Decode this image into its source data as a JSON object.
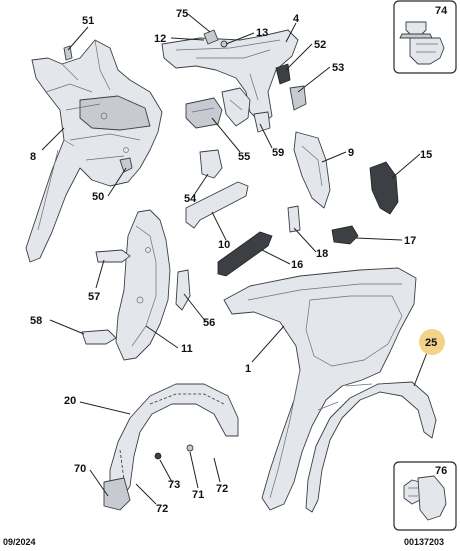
{
  "diagram": {
    "callouts": [
      {
        "id": "c51",
        "label": "51"
      },
      {
        "id": "c75",
        "label": "75"
      },
      {
        "id": "c12",
        "label": "12"
      },
      {
        "id": "c13",
        "label": "13"
      },
      {
        "id": "c4",
        "label": "4"
      },
      {
        "id": "c52",
        "label": "52"
      },
      {
        "id": "c53",
        "label": "53"
      },
      {
        "id": "c74",
        "label": "74"
      },
      {
        "id": "c8",
        "label": "8"
      },
      {
        "id": "c55",
        "label": "55"
      },
      {
        "id": "c59",
        "label": "59"
      },
      {
        "id": "c9",
        "label": "9"
      },
      {
        "id": "c15",
        "label": "15"
      },
      {
        "id": "c50",
        "label": "50"
      },
      {
        "id": "c54",
        "label": "54"
      },
      {
        "id": "c10",
        "label": "10"
      },
      {
        "id": "c18",
        "label": "18"
      },
      {
        "id": "c17",
        "label": "17"
      },
      {
        "id": "c16",
        "label": "16"
      },
      {
        "id": "c57",
        "label": "57"
      },
      {
        "id": "c56",
        "label": "56"
      },
      {
        "id": "c58",
        "label": "58"
      },
      {
        "id": "c11",
        "label": "11"
      },
      {
        "id": "c1",
        "label": "1"
      },
      {
        "id": "c25",
        "label": "25"
      },
      {
        "id": "c20",
        "label": "20"
      },
      {
        "id": "c70",
        "label": "70"
      },
      {
        "id": "c73",
        "label": "73"
      },
      {
        "id": "c71",
        "label": "71"
      },
      {
        "id": "c72a",
        "label": "72"
      },
      {
        "id": "c72b",
        "label": "72"
      },
      {
        "id": "c76",
        "label": "76"
      }
    ],
    "highlight_color": "#f5d28a",
    "footer": {
      "date": "09/2024",
      "reference": "00137203"
    }
  }
}
